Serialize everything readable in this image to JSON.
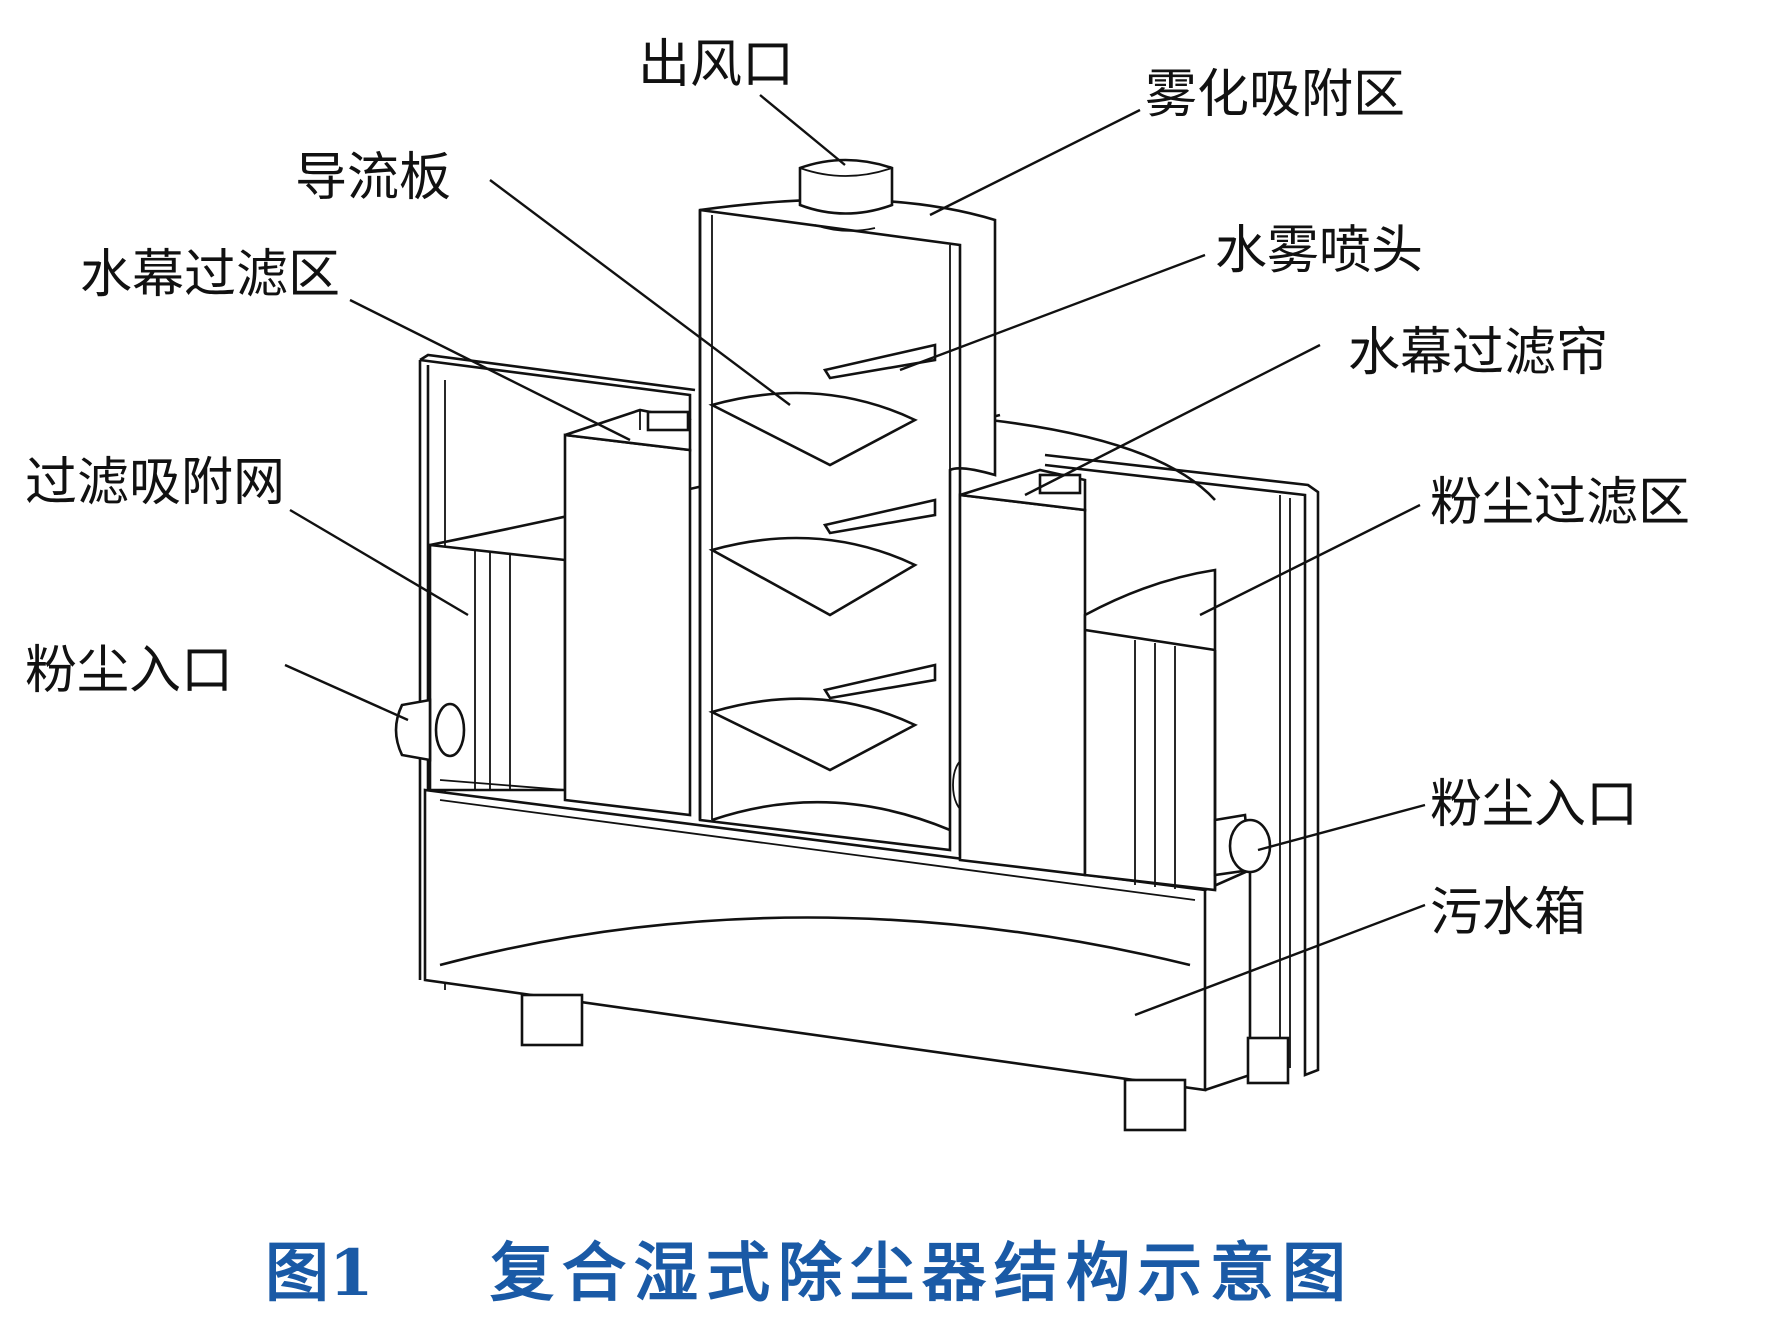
{
  "labels": {
    "outlet": "出风口",
    "atomization_zone": "雾化吸附区",
    "deflector": "导流板",
    "spray_nozzle": "水雾喷头",
    "water_curtain_zone": "水幕过滤区",
    "water_curtain": "水幕过滤帘",
    "adsorption_mesh": "过滤吸附网",
    "dust_filter_zone": "粉尘过滤区",
    "dust_inlet_left": "粉尘入口",
    "dust_inlet_right": "粉尘入口",
    "sewage_tank": "污水箱"
  },
  "caption": {
    "figure_no": "图1",
    "title": "复合湿式除尘器结构示意图",
    "color": "#1a5aa6"
  }
}
